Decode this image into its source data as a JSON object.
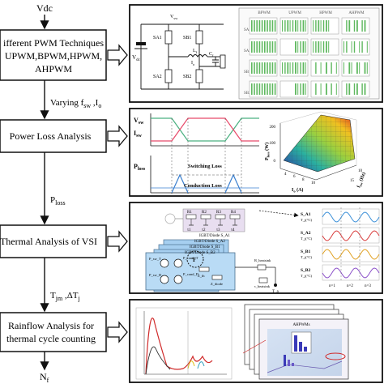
{
  "input": {
    "label": "Vdc"
  },
  "left_boxes": {
    "pwm": [
      "ifferent PWM Techniques",
      "UPWM,BPWM,HPWM,",
      "AHPWM"
    ],
    "power_loss": "Power Loss Analysis",
    "thermal": "Thermal Analysis of VSI",
    "rainflow": [
      "Rainflow Analysis for",
      "thermal cycle counting"
    ]
  },
  "flow_labels": {
    "varying": "Varying f",
    "varying_sub1": "sw",
    "varying_mid": " ,I",
    "varying_sub2": "o",
    "ploss": "P",
    "ploss_sub": "loss",
    "tjm": "T",
    "tjm_sub": "jm",
    "dtj": " ,ΔT",
    "dtj_sub": "j",
    "nf": "N",
    "nf_sub": "f"
  },
  "inverter": {
    "vdc": "V",
    "vdc_sub": "dc",
    "switches": [
      "SA1",
      "SB1",
      "SA2",
      "SB2"
    ],
    "lf": "L",
    "lf_sub": "f",
    "cf": "C",
    "cf_sub": "f",
    "io": "I",
    "io_sub": "o",
    "vsw": "V",
    "vsw_sub": "sw",
    "pwm_columns": [
      "BPWM",
      "UPWM",
      "HPWM",
      "AHPWM"
    ],
    "pwm_rows": [
      "SA1",
      "SA2",
      "SB1",
      "SB2"
    ]
  },
  "power_loss": {
    "vsw": "V",
    "vsw_sub": "sw",
    "isw": "I",
    "isw_sub": "sw",
    "ploss": "P",
    "ploss_sub": "loss",
    "switching_loss": "Switching Loss",
    "conduction_loss": "Conduction Loss",
    "surface_z": "P",
    "surface_z_sub": "loss",
    "surface_z_unit": " (W)",
    "io_axis": "I",
    "io_axis_sub": "o",
    "io_axis_unit": " (A)",
    "fsw_axis": "f",
    "fsw_axis_sub": "sw",
    "fsw_axis_unit": " (Hz)",
    "z_ticks": [
      "200",
      "100",
      "0"
    ],
    "x_ticks": [
      "4",
      "6",
      "8",
      "10"
    ],
    "y_ticks": [
      "10",
      "15"
    ]
  },
  "thermal": {
    "rc_labels": [
      "R1",
      "R2",
      "R3",
      "R4"
    ],
    "tau_labels": [
      "τ1",
      "τ2",
      "τ3",
      "τ4"
    ],
    "igbt_labels": [
      "IGBT/Diode S_A1",
      "IGBT/Diode S_A2",
      "IGBT/Diode S_B1",
      "IGBT/Diode S_B2"
    ],
    "pcond": "P_cond_T",
    "pcond_d": "P_cond_D",
    "psw_t": "P_sw_T",
    "psw_d": "P_sw_D",
    "rheatsink": "R_heatsink",
    "rheatsink2": "τ_heatsink",
    "ta": "T_a",
    "zth": "Z_th",
    "zdiode": "Z_diode",
    "t_col": "T",
    "cycle_labels": [
      "n=1",
      "n=2",
      "n=3"
    ],
    "trace_rows": [
      {
        "label": "S_A1",
        "unit": "T_j(°C)",
        "color": "#3a8fd8"
      },
      {
        "label": "S_A2",
        "unit": "T_j(°C)",
        "color": "#d83a3a"
      },
      {
        "label": "S_B1",
        "unit": "T_j(°C)",
        "color": "#e0a020"
      },
      {
        "label": "S_B2",
        "unit": "T_j(°C)",
        "color": "#8a4fc8"
      }
    ]
  },
  "rainflow": {
    "title": "AHPWMs"
  }
}
